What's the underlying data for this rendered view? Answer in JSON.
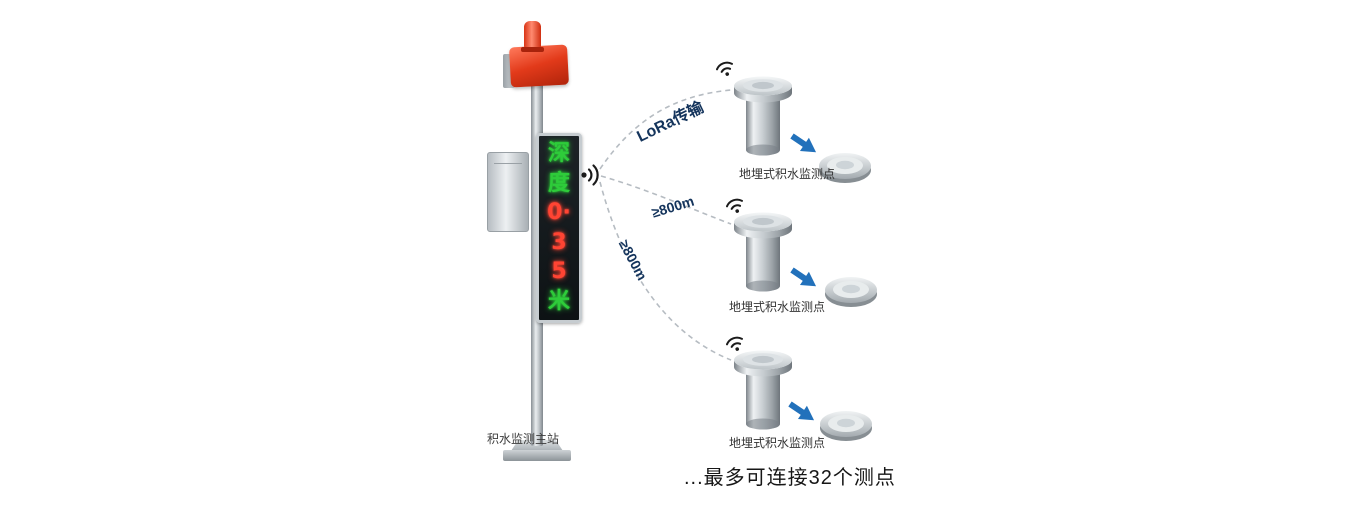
{
  "station": {
    "label": "积水监测主站",
    "display_lines": [
      {
        "text": "深",
        "color": "green"
      },
      {
        "text": "度",
        "color": "green"
      },
      {
        "text": "0·",
        "color": "red"
      },
      {
        "text": "3",
        "color": "red"
      },
      {
        "text": "5",
        "color": "red"
      },
      {
        "text": "米",
        "color": "green"
      }
    ]
  },
  "links": [
    {
      "label": "LoRa传输"
    },
    {
      "label": "≥800m"
    },
    {
      "label": "≥800m"
    }
  ],
  "sensors": [
    {
      "label": "地埋式积水监测点"
    },
    {
      "label": "地埋式积水监测点"
    },
    {
      "label": "地埋式积水监测点"
    }
  ],
  "footer": {
    "note": "...最多可连接32个测点"
  },
  "icons": {
    "station_signal": "broadcast-icon",
    "sensor_signal": "wifi-icon"
  },
  "colors": {
    "led_green": "#2ecc3a",
    "led_red": "#ff4433",
    "arrow_blue": "#2271bb",
    "beacon_red": "#e23a1a",
    "link_line": "#b6bcc2",
    "link_label": "#14345c"
  }
}
